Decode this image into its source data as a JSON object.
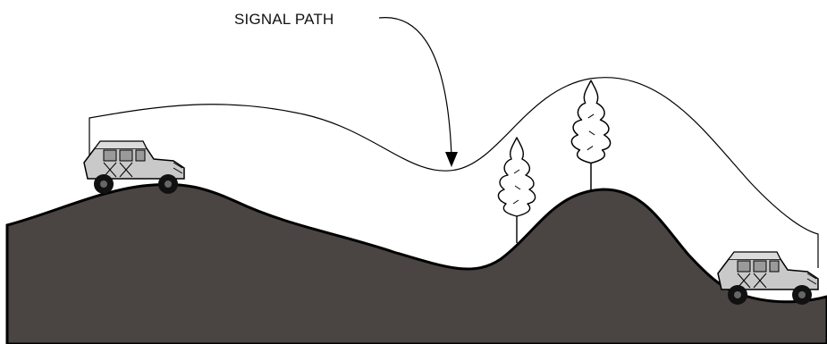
{
  "diagram": {
    "signal_label": "SIGNAL PATH",
    "colors": {
      "terrain_fill": "#4a4542",
      "terrain_outline": "#000000",
      "signal_line": "#000000",
      "background": "#ffffff"
    },
    "elements": {
      "left_vehicle": "humvee",
      "right_vehicle": "humvee",
      "trees": 2
    }
  }
}
